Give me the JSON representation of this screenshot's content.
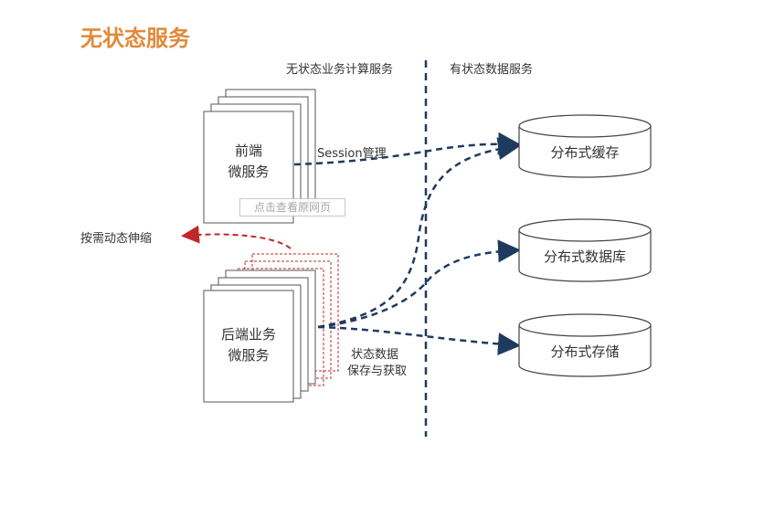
{
  "title": "无状态服务",
  "left_header": "无状态业务计算服务",
  "right_header": "有状态数据服务",
  "frontend": {
    "line1": "前端",
    "line2": "微服务"
  },
  "backend": {
    "line1": "后端业务",
    "line2": "微服务"
  },
  "session_label": "Session管理",
  "scale_label": "按需动态伸缩",
  "state_label": {
    "line1": "状态数据",
    "line2": "保存与获取"
  },
  "stores": [
    "分布式缓存",
    "分布式数据库",
    "分布式存储"
  ],
  "overlay_button": "点击查看原网页",
  "colors": {
    "title": "#e08a3a",
    "line": "#1f3a5f",
    "scale_arrow": "#c0282b",
    "shadow_box": "#c0282b",
    "text": "#333333"
  }
}
